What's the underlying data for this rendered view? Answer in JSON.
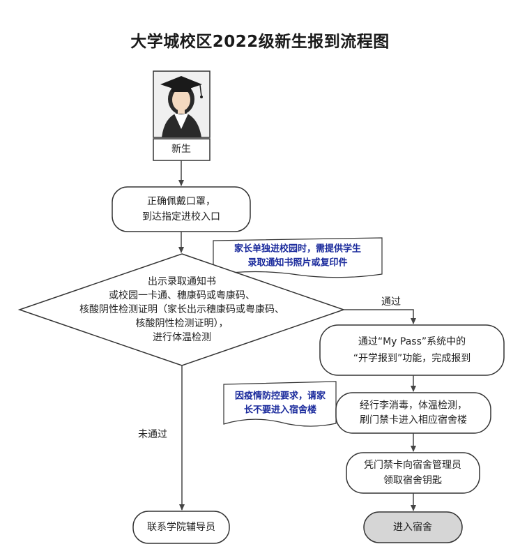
{
  "title": "大学城校区2022级新生报到流程图",
  "nodes": {
    "student": {
      "lines": [
        "新生"
      ]
    },
    "arrive": {
      "lines": [
        "正确佩戴口罩，",
        "到达指定进校入口"
      ]
    },
    "check": {
      "lines": [
        "出示录取通知书",
        "或校园一卡通、穗康码或粤康码、",
        "核酸阴性检测证明（家长出示穗康码或粤康码、",
        "核酸阴性检测证明），",
        "进行体温检测"
      ]
    },
    "mypass": {
      "lines": [
        "通过“My Pass”系统中的",
        "“开学报到”功能，完成报到"
      ]
    },
    "luggage": {
      "lines": [
        "经行李消毒，体温检测，",
        "刷门禁卡进入相应宿舍楼"
      ]
    },
    "key": {
      "lines": [
        "凭门禁卡向宿舍管理员",
        "领取宿舍钥匙"
      ]
    },
    "dorm": {
      "lines": [
        "进入宿舍"
      ]
    },
    "counselor": {
      "lines": [
        "联系学院辅导员"
      ]
    }
  },
  "notes": {
    "parent": {
      "lines": [
        "家长单独进校园时，需提供学生",
        "录取通知书照片或复印件"
      ]
    },
    "epidemic": {
      "lines": [
        "因疫情防控要求，请家",
        "长不要进入宿舍楼"
      ]
    }
  },
  "edge_labels": {
    "pass": "通过",
    "fail": "未通过"
  },
  "colors": {
    "border": "#333333",
    "note_text": "#1a2a9c",
    "dorm_fill": "#d6d6d6",
    "arrow": "#444444"
  }
}
